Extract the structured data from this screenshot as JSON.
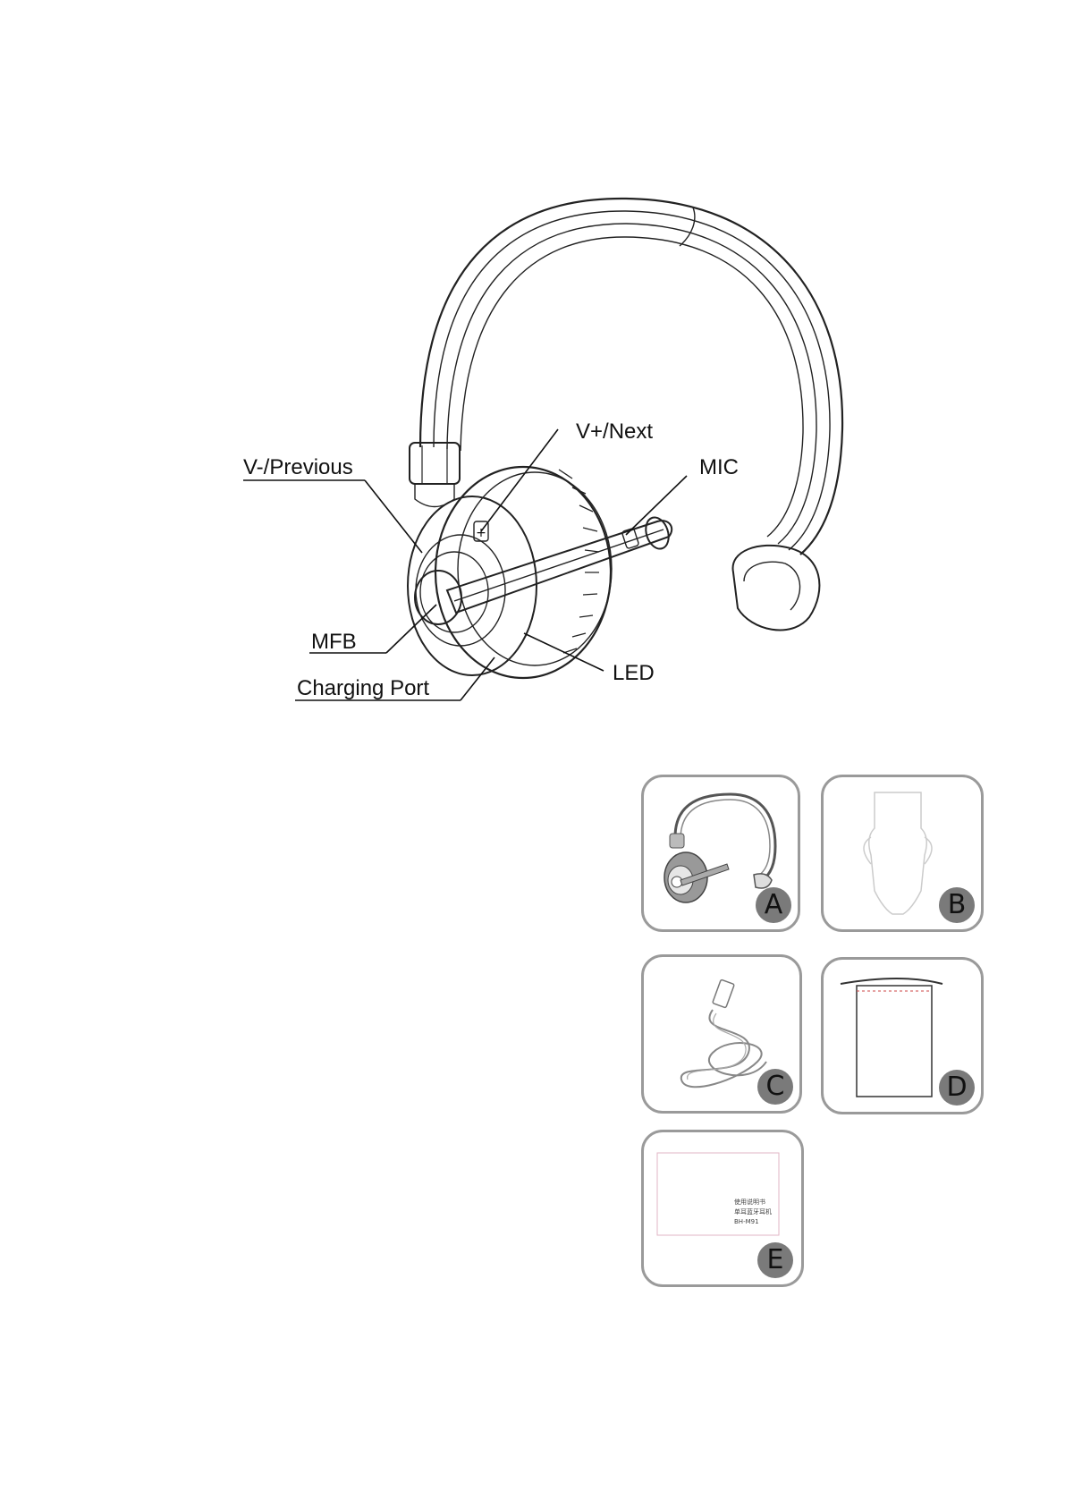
{
  "diagram": {
    "labels": {
      "v_minus": "V-/Previous",
      "v_plus": "V+/Next",
      "mic": "MIC",
      "mfb": "MFB",
      "charging_port": "Charging Port",
      "led": "LED"
    },
    "button_glyphs": {
      "plus": "+",
      "minus": "-"
    }
  },
  "package_items": [
    {
      "letter": "A",
      "content": "headset-icon"
    },
    {
      "letter": "B",
      "content": "car-charger-icon"
    },
    {
      "letter": "C",
      "content": "usb-cable-icon"
    },
    {
      "letter": "D",
      "content": "pouch-icon"
    },
    {
      "letter": "E",
      "content": "manual-icon",
      "text": [
        "使用说明书",
        "单耳蓝牙耳机",
        "BH-M91"
      ]
    }
  ],
  "colors": {
    "line": "#111111",
    "frame": "#9a9a9a",
    "badge": "#7a7a7a"
  }
}
